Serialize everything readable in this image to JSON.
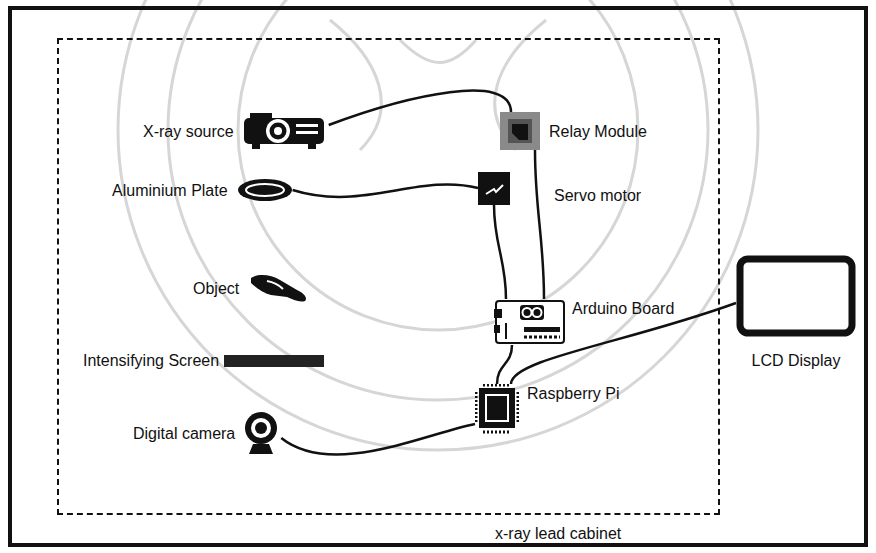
{
  "diagram": {
    "nodes": [
      {
        "text": [
          "x-ray lead cabinet"
        ]
      },
      {
        "text": [
          "X-ray source"
        ],
        "in": 0
      },
      {
        "text": [
          "Relay Module"
        ],
        "in": 0
      },
      {
        "text": [
          "Aluminium Plate"
        ],
        "in": 0
      },
      {
        "text": [
          "Servo motor"
        ],
        "in": 0
      },
      {
        "text": [
          "Object"
        ],
        "in": 0
      },
      {
        "text": [
          "Arduino Board"
        ],
        "in": 0
      },
      {
        "text": [
          "Intensifying Screen"
        ],
        "in": 0
      },
      {
        "text": [
          "Raspberry Pi"
        ],
        "in": 0
      },
      {
        "text": [
          "Digital camera"
        ],
        "in": 0
      },
      {
        "text": [
          "LCD Display"
        ]
      }
    ],
    "edges": [
      {
        "from": 1,
        "to": 2,
        "arrow": "none"
      },
      {
        "from": 3,
        "to": 4,
        "arrow": "none"
      },
      {
        "from": 2,
        "to": 6,
        "arrow": "none"
      },
      {
        "from": 4,
        "to": 6,
        "arrow": "none"
      },
      {
        "from": 6,
        "to": 8,
        "arrow": "none"
      },
      {
        "from": 8,
        "to": 10,
        "arrow": "none"
      },
      {
        "from": 9,
        "to": 8,
        "arrow": "none"
      }
    ]
  }
}
